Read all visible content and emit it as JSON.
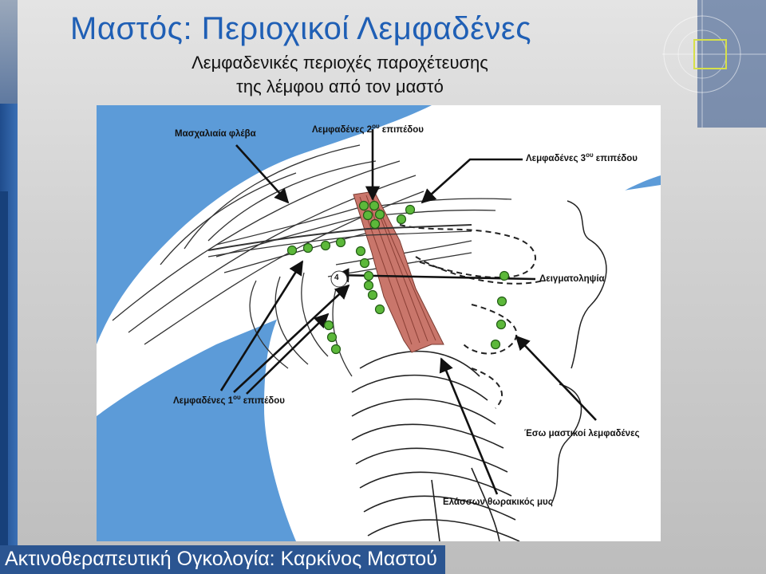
{
  "slide": {
    "title": "Μαστός:  Περιοχικοί Λεμφαδένες",
    "subtitle_line1": "Λεμφαδενικές περιοχές παροχέτευσης",
    "subtitle_line2": "της λέμφου από τον μαστό",
    "footer": "Ακτινοθεραπευτική Ογκολογία: Καρκίνος Μαστού"
  },
  "diagram": {
    "labels": {
      "axillary_vein": "Μασχαλιαία φλέβα",
      "level2": "Λεμφαδένες 2",
      "level2_sup": "ου",
      "level2_suffix": " επιπέδου",
      "level3": "Λεμφαδένες 3",
      "level3_sup": "ου",
      "level3_suffix": " επιπέδου",
      "biopsy": "Δειγματοληψία",
      "level1": "Λεμφαδένες 1",
      "level1_sup": "ου",
      "level1_suffix": " επιπέδου",
      "internal_mammary": "Έσω μαστικοί λεμφαδένες",
      "pectoralis_minor": "Ελάσσων θωρακικός μυς",
      "marker_number": "4"
    },
    "colors": {
      "background": "#5c9bd8",
      "anatomy": "#ffffff",
      "muscle": "#c9766b",
      "node": "#5cb83a",
      "title": "#1f5fb5",
      "footer": "#2b5591"
    }
  }
}
